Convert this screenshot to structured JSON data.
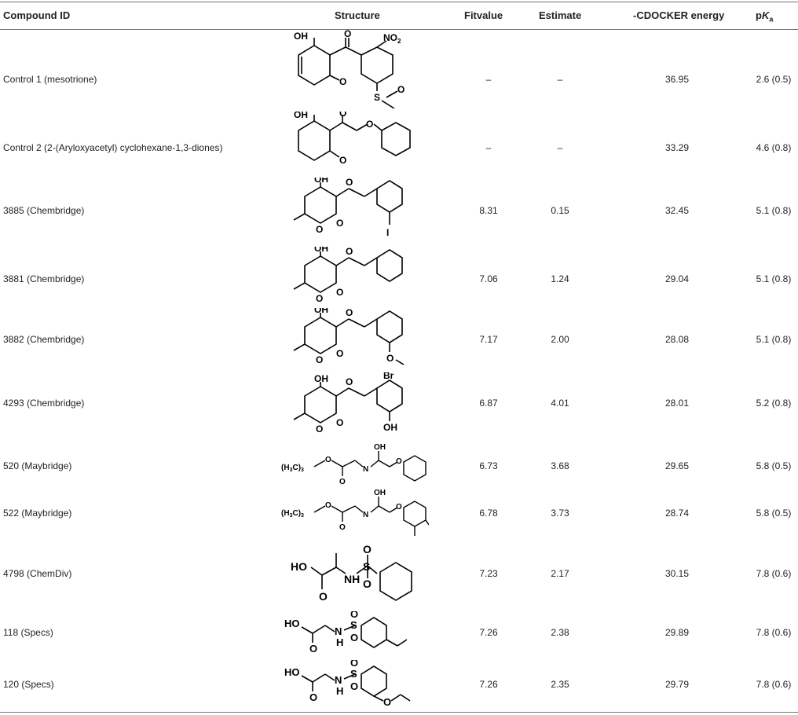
{
  "headers": {
    "compound_id": "Compound ID",
    "structure": "Structure",
    "fitvalue": "Fitvalue",
    "estimate": "Estimate",
    "cdocker": "-CDOCKER energy",
    "pka_p": "p",
    "pka_k": "K",
    "pka_a": "a"
  },
  "rows": [
    {
      "id": "Control 1 (mesotrione)",
      "fit": "–",
      "est": "–",
      "cd": "36.95",
      "pka": "2.6 (0.5)"
    },
    {
      "id": "Control 2 (2-(Aryloxyacetyl) cyclohexane-1,3-diones)",
      "fit": "–",
      "est": "–",
      "cd": "33.29",
      "pka": "4.6 (0.8)"
    },
    {
      "id": "3885 (Chembridge)",
      "fit": "8.31",
      "est": "0.15",
      "cd": "32.45",
      "pka": "5.1 (0.8)"
    },
    {
      "id": "3881 (Chembridge)",
      "fit": "7.06",
      "est": "1.24",
      "cd": "29.04",
      "pka": "5.1 (0.8)"
    },
    {
      "id": "3882 (Chembridge)",
      "fit": "7.17",
      "est": "2.00",
      "cd": "28.08",
      "pka": "5.1 (0.8)"
    },
    {
      "id": "4293 (Chembridge)",
      "fit": "6.87",
      "est": "4.01",
      "cd": "28.01",
      "pka": "5.2 (0.8)"
    },
    {
      "id": "520 (Maybridge)",
      "fit": "6.73",
      "est": "3.68",
      "cd": "29.65",
      "pka": "5.8 (0.5)"
    },
    {
      "id": "522 (Maybridge)",
      "fit": "6.78",
      "est": "3.73",
      "cd": "28.74",
      "pka": "5.8 (0.5)"
    },
    {
      "id": "4798 (ChemDiv)",
      "fit": "7.23",
      "est": "2.17",
      "cd": "30.15",
      "pka": "7.8 (0.6)"
    },
    {
      "id": "118 (Specs)",
      "fit": "7.26",
      "est": "2.38",
      "cd": "29.89",
      "pka": "7.8 (0.6)"
    },
    {
      "id": "120 (Specs)",
      "fit": "7.26",
      "est": "2.35",
      "cd": "29.79",
      "pka": "7.8 (0.6)"
    }
  ],
  "structure_labels": {
    "oh": "OH",
    "o": "O",
    "no2_n": "NO",
    "no2_sub": "2",
    "s": "S",
    "i": "I",
    "br": "Br",
    "n": "N",
    "nh": "NH",
    "h": "H",
    "ho": "HO",
    "h3c": "(H",
    "h3c_sub3": "3",
    "h3c_c": "C)",
    "h3c_sub3b": "3"
  }
}
